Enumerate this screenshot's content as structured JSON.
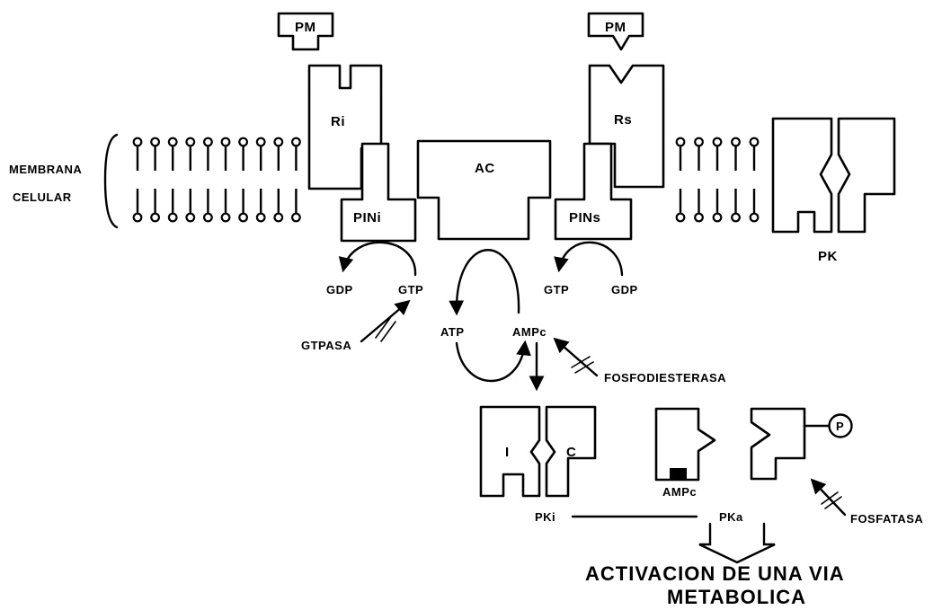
{
  "membrane": {
    "label_line1": "MEMBRANA",
    "label_line2": "CELULAR"
  },
  "receptors": {
    "pm_left": "PM",
    "pm_right": "PM",
    "ri": "Ri",
    "rs": "Rs"
  },
  "proteins": {
    "pini": "PINi",
    "pins": "PINs",
    "ac": "AC",
    "pk": "PK",
    "inhibitory_subunit": "I",
    "catalytic_subunit": "C",
    "phosphate": "P"
  },
  "molecules": {
    "gdp_left": "GDP",
    "gtp_left": "GTP",
    "gtp_right": "GTP",
    "gdp_right": "GDP",
    "atp": "ATP",
    "ampc_cycle": "AMPc",
    "ampc_bound": "AMPc"
  },
  "enzymes": {
    "gtpasa": "GTPASA",
    "fosfodiesterasa": "FOSFODIESTERASA",
    "fosfatasa": "FOSFATASA"
  },
  "states": {
    "pki": "PKi",
    "pka": "PKa"
  },
  "outcome": {
    "line1": "ACTIVACION  DE  UNA  VIA",
    "line2": "METABOLICA"
  }
}
